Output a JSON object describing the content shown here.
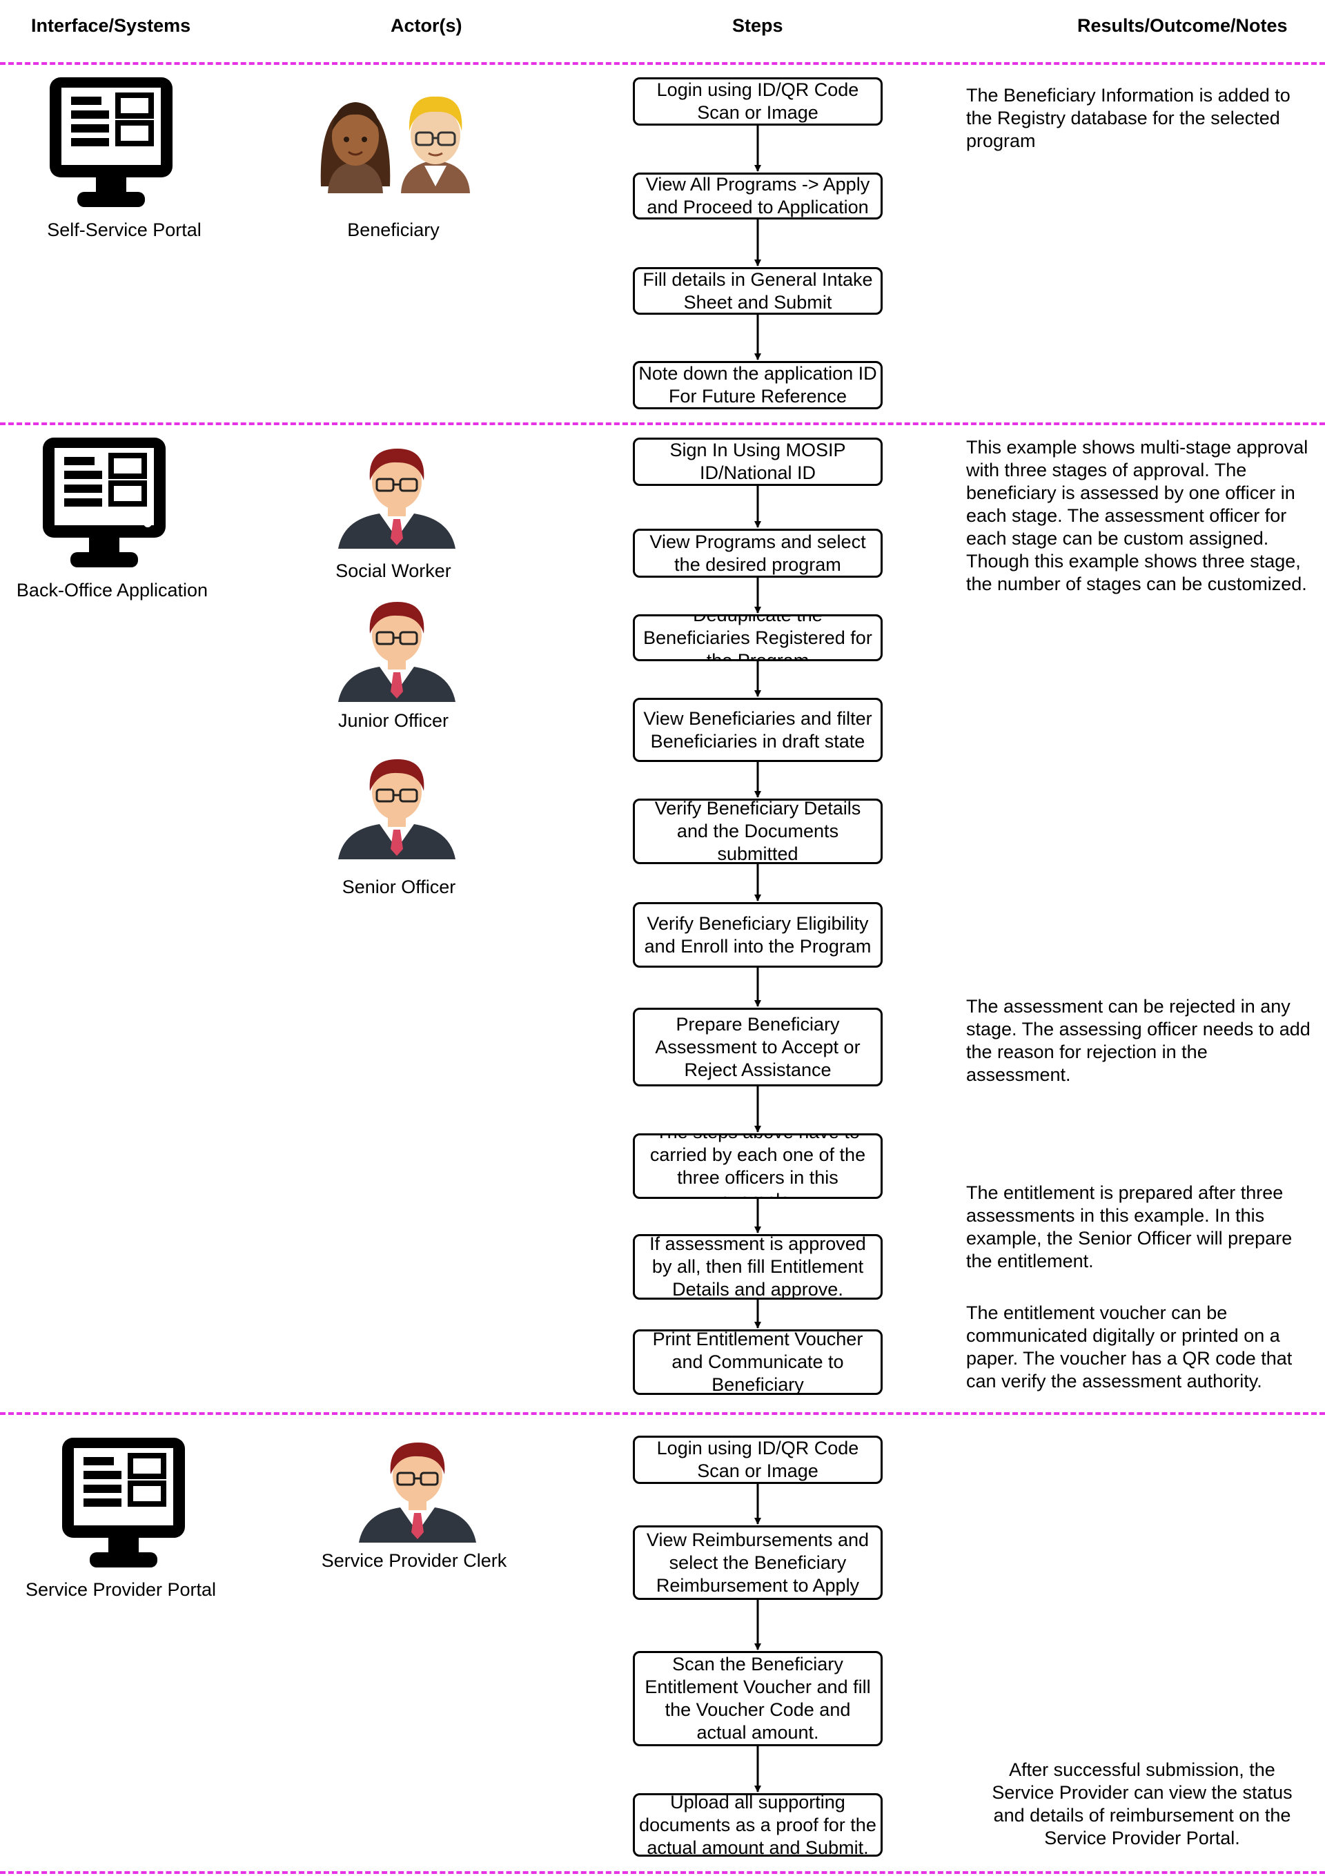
{
  "headers": {
    "interface": "Interface/Systems",
    "actors": "Actor(s)",
    "steps": "Steps",
    "results": "Results/Outcome/Notes"
  },
  "section1": {
    "system": "Self-Service Portal",
    "actor": "Beneficiary",
    "steps": [
      "Login using ID/QR Code Scan or Image",
      "View All Programs -> Apply and Proceed to Application",
      "Fill details in General Intake Sheet and Submit",
      "Note down the application ID For Future Reference"
    ],
    "note": "The Beneficiary Information is added to the Registry database for the selected program"
  },
  "section2": {
    "system": "Back-Office Application",
    "actors": [
      "Social Worker",
      "Junior Officer",
      "Senior Officer"
    ],
    "steps": [
      "Sign In Using MOSIP ID/National ID",
      "View Programs and select the desired program",
      "Deduplicate the Beneficiaries Registered for the Program",
      "View Beneficiaries and filter Beneficiaries in draft state",
      "Verify Beneficiary Details and the Documents submitted",
      "Verify Beneficiary Eligibility and Enroll into the Program",
      "Prepare Beneficiary Assessment to Accept or Reject Assistance",
      "The steps above have to carried by each one of the three officers in this example.",
      "If assessment is approved by all, then fill Entitlement Details and approve.",
      "Print Entitlement Voucher and Communicate to Beneficiary"
    ],
    "notes": [
      "This example shows multi-stage approval with three stages of approval. The beneficiary is assessed by one officer in each stage. The assessment officer for each stage can be custom assigned. Though this example shows three stage, the number of stages can be customized.",
      "The assessment can be rejected in any stage. The assessing officer needs to add the reason for rejection in the assessment.",
      "The entitlement is prepared after three assessments in this example. In this example, the Senior Officer will prepare the entitlement.",
      "The entitlement voucher can be communicated digitally or printed on a paper. The voucher has a QR code that can verify the assessment authority."
    ]
  },
  "section3": {
    "system": "Service Provider Portal",
    "actor": "Service Provider Clerk",
    "steps": [
      "Login using ID/QR Code Scan or Image",
      "View Reimbursements and select the Beneficiary Reimbursement to Apply",
      "Scan the Beneficiary Entitlement Voucher and fill the Voucher Code and actual amount.",
      "Upload all supporting documents as a proof for the actual amount and Submit."
    ],
    "note": "After successful submission, the Service Provider can view the status and details of reimbursement on the Service Provider Portal."
  },
  "colors": {
    "divider": "#e633e6",
    "icon": "#000000",
    "skin": "#f5c49b",
    "hair": "#8b1a1a",
    "tie": "#d9455f"
  }
}
